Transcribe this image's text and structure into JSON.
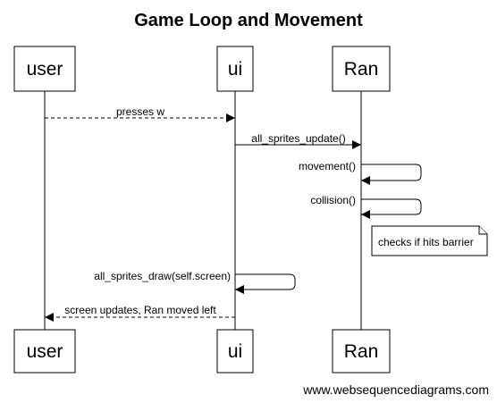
{
  "title": "Game Loop and Movement",
  "participants": [
    {
      "id": "user",
      "label": "user"
    },
    {
      "id": "ui",
      "label": "ui"
    },
    {
      "id": "ran",
      "label": "Ran"
    }
  ],
  "messages": [
    {
      "from": "user",
      "to": "ui",
      "label": "presses w",
      "style": "dashed"
    },
    {
      "from": "ui",
      "to": "ran",
      "label": "all_sprites_update()",
      "style": "solid"
    },
    {
      "from": "ran",
      "to": "ran",
      "label": "movement()",
      "style": "solid"
    },
    {
      "from": "ran",
      "to": "ran",
      "label": "collision()",
      "style": "solid"
    },
    {
      "from": "ui",
      "to": "ui",
      "label": "all_sprites_draw(self.screen)",
      "style": "solid"
    },
    {
      "from": "ui",
      "to": "user",
      "label": "screen updates, Ran moved left",
      "style": "dashed"
    }
  ],
  "note": {
    "over": "ran",
    "label": "checks if hits barrier"
  },
  "watermark": "www.websequencediagrams.com"
}
